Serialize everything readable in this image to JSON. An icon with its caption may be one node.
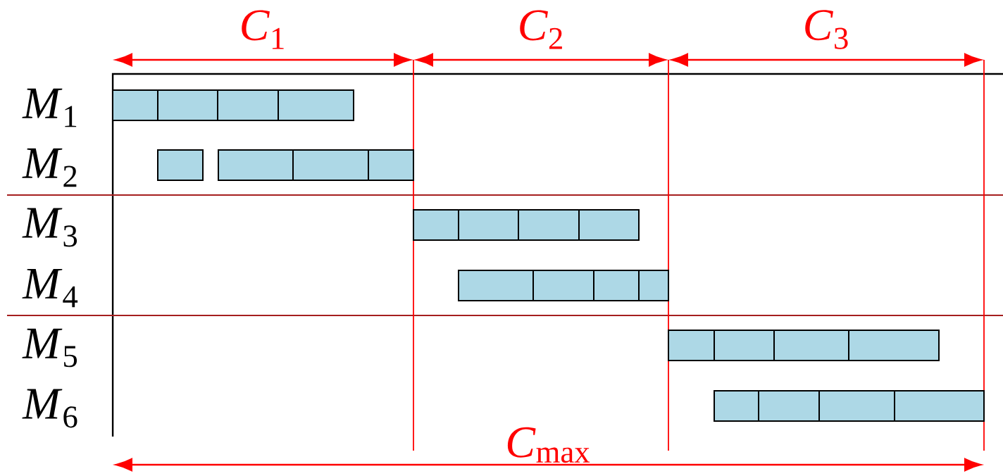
{
  "diagram": {
    "labels": [
      "*C*$_{1}$",
      "*C*$_{2}$",
      "*C*$_{3}$",
      "*M*$_{1}$",
      "*M*$_{2}$",
      "*M*$_{3}$",
      "*M*$_{4}$",
      "*M*$_{5}$",
      "*M*$_{6}$",
      "*C*$_{max}$"
    ]
  }
}
